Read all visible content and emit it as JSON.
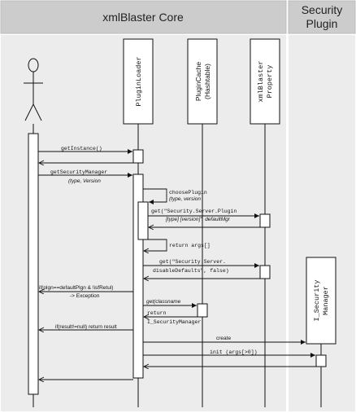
{
  "headers": {
    "core": "xmlBlaster Core",
    "plugin_line1": "Security",
    "plugin_line2": "Plugin"
  },
  "participants": {
    "loader": "PluginLoader",
    "cache_line1": "PluginCache",
    "cache_line2": "(Hashtable)",
    "prop_line1": "xmlBlaster",
    "prop_line2": "Property",
    "sec_line1": "I_Security",
    "sec_line2": "Manager"
  },
  "messages": {
    "get_instance": "getInstance()",
    "get_security_manager": "getSecurityManager",
    "type_version": "(type, Version",
    "choose_plugin": "choosePlugin",
    "choose_plugin_args": "(type, version",
    "get_security_server_plugin": "get(\"Security.Server.Plugin",
    "get_security_server_plugin_args": "[type] [version]\", defaultMgr",
    "return_args": "return args[]",
    "get_disable_defaults_line1": "get(\"Security.Server.",
    "get_disable_defaults_line2": "disableDefaults\", false)",
    "if_plgn": "if(plgn==defaultPlgn & !isfRetul)",
    "exception": "-> Exception",
    "get_classname": "get(classname",
    "return_manager_line1": "return",
    "return_manager_line2": "I_SecurityManager",
    "if_result_null": "if(result!=null) return result",
    "create": "create",
    "init": "init (args[>0])"
  }
}
